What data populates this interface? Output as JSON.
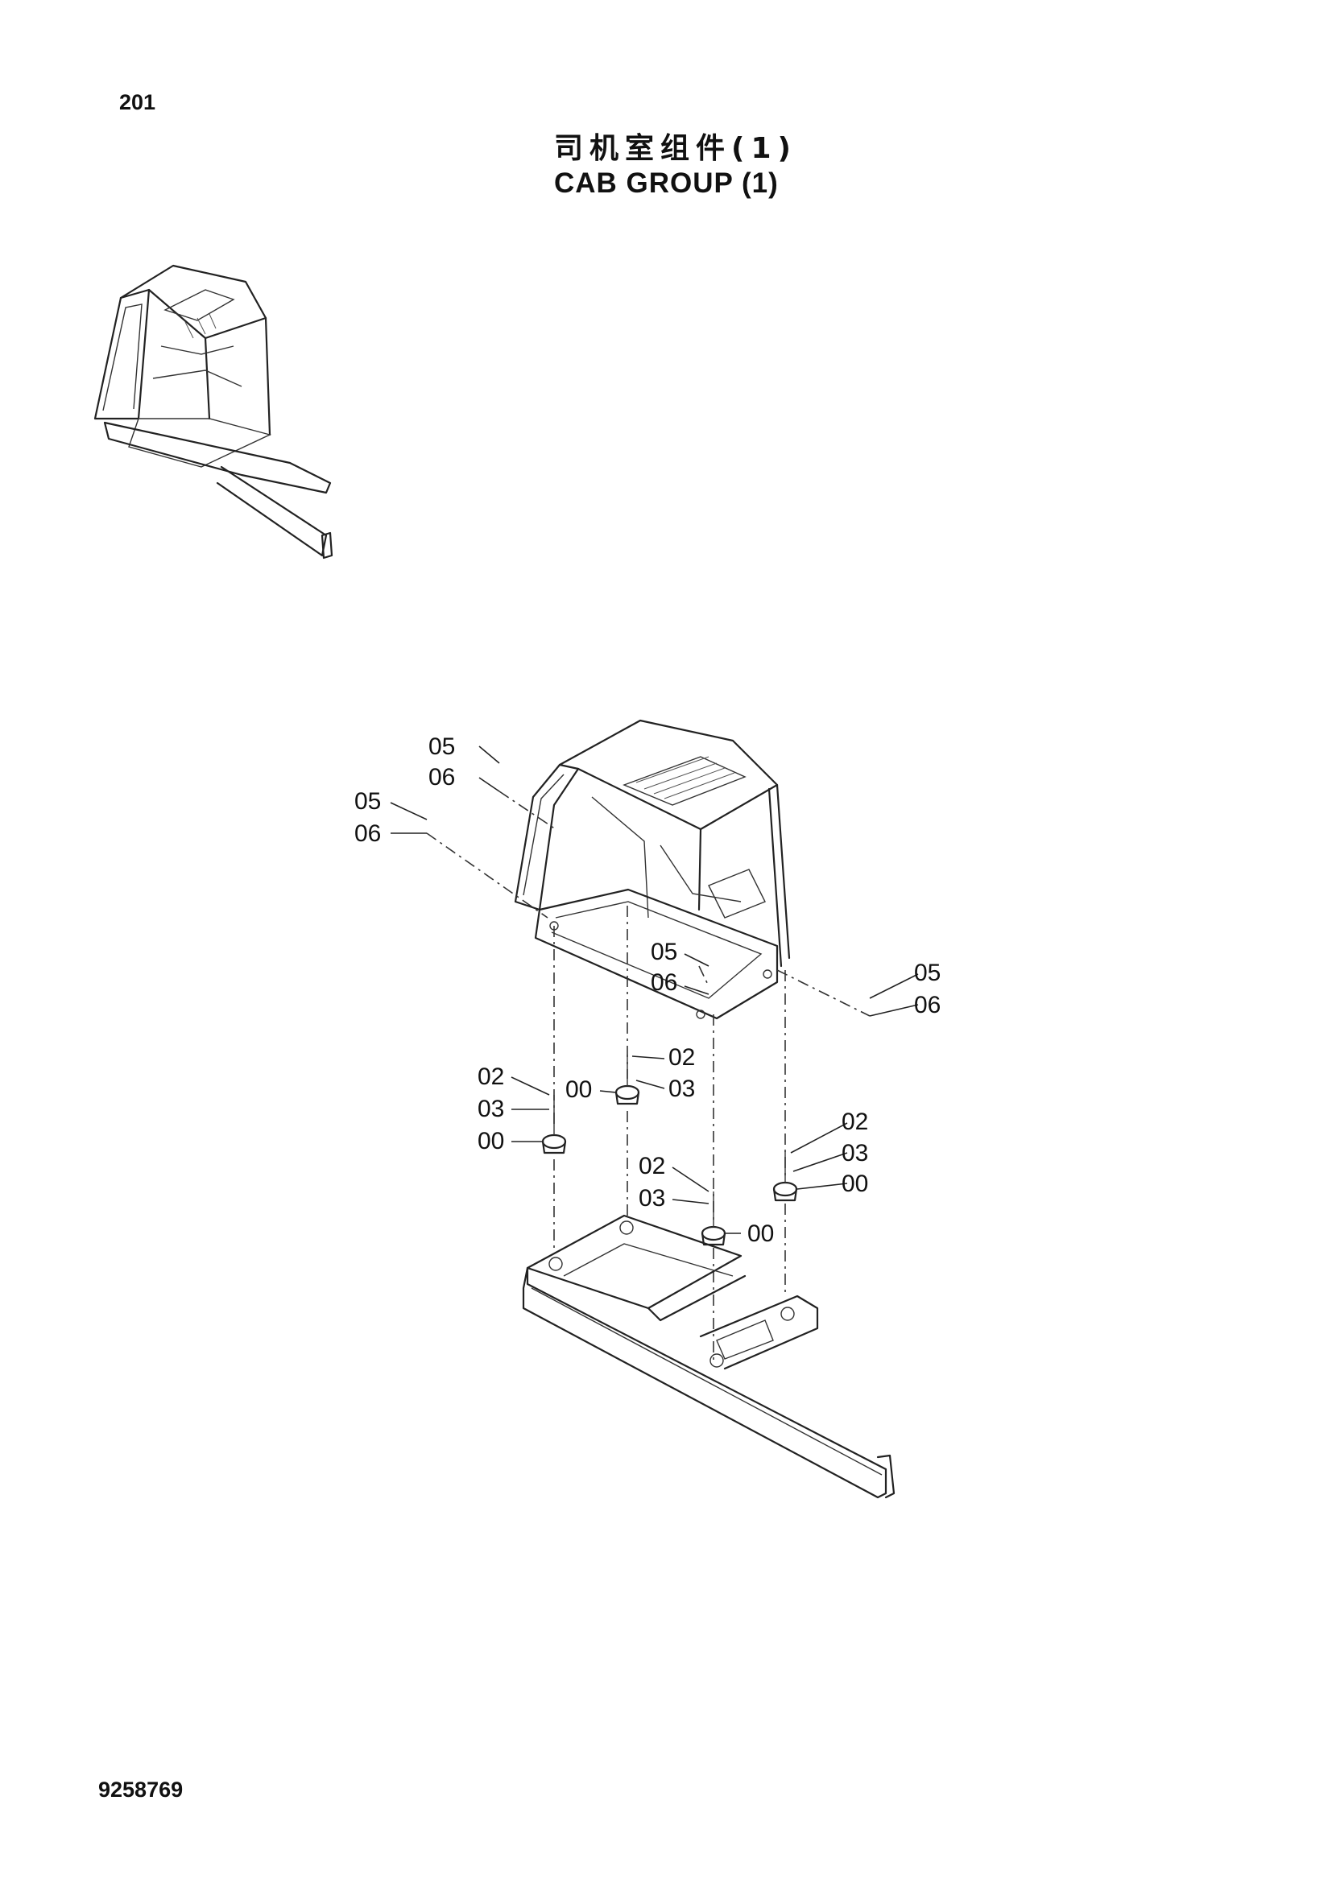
{
  "page_number": "201",
  "title_cn": "司机室组件(1)",
  "title_en": "CAB GROUP (1)",
  "drawing_number": "9258769",
  "callouts": {
    "a05": "05",
    "a06": "06",
    "b05": "05",
    "b06": "06",
    "c05": "05",
    "c06": "06",
    "d05": "05",
    "d06": "06",
    "e02": "02",
    "e03": "03",
    "e00": "00",
    "f02": "02",
    "f00": "00",
    "f03": "03",
    "g02": "02",
    "g03": "03",
    "g00": "00",
    "h02": "02",
    "h03": "03",
    "h00": "00"
  }
}
